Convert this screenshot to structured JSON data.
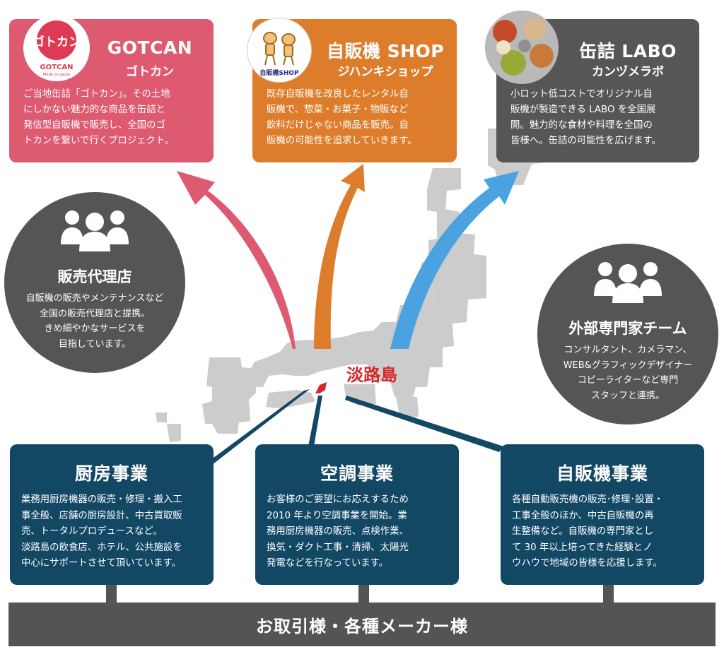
{
  "top_cards": [
    {
      "title": "GOTCAN",
      "subtitle": "ゴトカン",
      "desc": [
        "ご当地缶詰「ゴトカン」。その土地",
        "にしかない魅力的な商品を缶詰と",
        "発信型自販機で販売し、全国のゴ",
        "トカンを繋いで行くプロジェクト。"
      ],
      "logo_text": "ゴトカン",
      "logo_caption": "GOTCAN",
      "logo_small": "Made in Japan"
    },
    {
      "title": "自販機 SHOP",
      "subtitle": "ジハンキショップ",
      "desc": [
        "既存自販機を改良したレンタル自",
        "販機で、惣菜・お菓子・物販など",
        "飲料だけじゃない商品を販売。自",
        "販機の可能性を追求していきます。"
      ],
      "logo_caption": "自販機SHOP"
    },
    {
      "title": "缶詰 LABO",
      "subtitle": "カンヅメラボ",
      "desc": [
        "小ロット低コストでオリジナル自",
        "販機が製造できる LABO を全国展",
        "開。魅力的な食材や料理を全国の",
        "皆様へ。缶詰の可能性を広げます。"
      ]
    }
  ],
  "circles": [
    {
      "title": "販売代理店",
      "desc": [
        "自販機の販売やメンテナンスなど",
        "全国の販売代理店と提携。",
        "きめ細やかなサービスを",
        "目指しています。"
      ]
    },
    {
      "title": "外部専門家チーム",
      "desc": [
        "コンサルタント、カメラマン、",
        "WEB&グラフィックデザイナー",
        "コピーライターなど専門",
        "スタッフと連携。"
      ]
    }
  ],
  "map_label": "淡路島",
  "bottom_cards": [
    {
      "title": "厨房事業",
      "desc": [
        "業務用厨房機器の販売・修理・搬入工",
        "事全般、店舗の厨房設計、中古買取販",
        "売、トータルプロデュースなど。",
        "淡路島の飲食店、ホテル、公共施設を",
        "中心にサポートさせて頂いています。"
      ]
    },
    {
      "title": "空調事業",
      "desc": [
        "お客様のご要望にお応えするため",
        "2010 年より空調事業を開始。業",
        "務用厨房機器の販売、点検作業、",
        "換気・ダクト工事・清掃、太陽光",
        "発電などを行なっています。"
      ]
    },
    {
      "title": "自販機事業",
      "desc": [
        "各種自動販売機の販売･修理･設置・",
        "工事全般のほか、中古自販機の再",
        "生整備など。自販機の専門家とし",
        "て 30 年以上培ってきた経験とノ",
        "ウハウで地域の皆様を応援します。"
      ]
    }
  ],
  "base_label": "お取引様・各種メーカー様",
  "colors": {
    "gotcan": "#dd5a70",
    "shop": "#dd7d2c",
    "labo": "#575556",
    "business": "#134865",
    "awaji": "#d9262b",
    "arrow_blue": "#4aa3e0",
    "map": "#cccccc"
  }
}
